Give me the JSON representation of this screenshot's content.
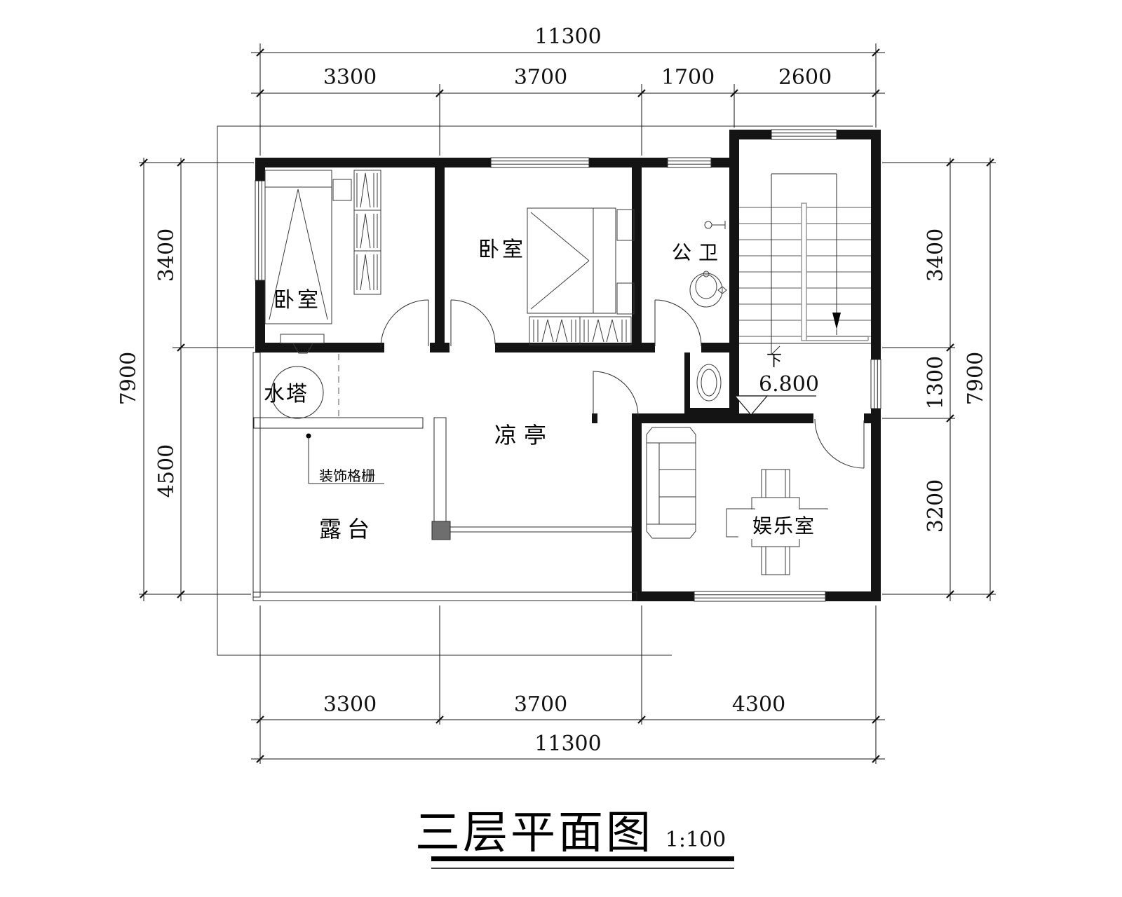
{
  "drawing": {
    "title": "三层平面图",
    "scale_label": "1:100",
    "rooms": {
      "bedroom_left": "卧室",
      "bedroom_middle": "卧室",
      "bathroom": "公卫",
      "pavilion": "凉亭",
      "terrace": "露台",
      "entertainment": "娱乐室"
    },
    "annotations": {
      "water_tower": "水塔",
      "decorative_grille": "装饰格栅",
      "stair_down": "下",
      "elevation": "6.800"
    },
    "dimensions": {
      "top": {
        "overall": "11300",
        "segments": [
          "3300",
          "3700",
          "1700",
          "2600"
        ]
      },
      "bottom": {
        "overall": "11300",
        "segments": [
          "3300",
          "3700",
          "4300"
        ]
      },
      "left": {
        "overall": "7900",
        "segments": [
          "3400",
          "4500"
        ]
      },
      "right": {
        "overall": "7900",
        "segments": [
          "3400",
          "1300",
          "3200"
        ]
      }
    }
  }
}
